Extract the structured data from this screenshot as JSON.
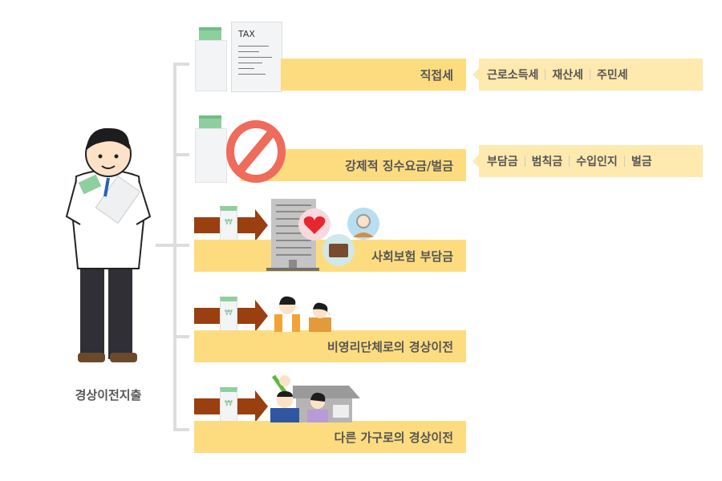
{
  "title": "경상이전지출",
  "items": [
    {
      "label": "직접세",
      "details": [
        "근로소득세",
        "재산세",
        "주민세"
      ],
      "icon": "tax-document-icon"
    },
    {
      "label": "강제적 징수요금/벌금",
      "details": [
        "부담금",
        "범칙금",
        "수입인지",
        "벌금"
      ],
      "icon": "prohibited-icon"
    },
    {
      "label": "사회보험 부담금",
      "icon": "building-insurance-icon"
    },
    {
      "label": "비영리단체로의 경상이전",
      "icon": "volunteers-icon"
    },
    {
      "label": "다른 가구로의 경상이전",
      "icon": "family-house-icon"
    }
  ],
  "tax_doc_label": "TAX",
  "currency_symbol": "₩",
  "colors": {
    "bar": "#fddc80",
    "detail": "#fee9ae",
    "arrow": "#9a3f10",
    "prohibit": "#ef6b5b"
  }
}
